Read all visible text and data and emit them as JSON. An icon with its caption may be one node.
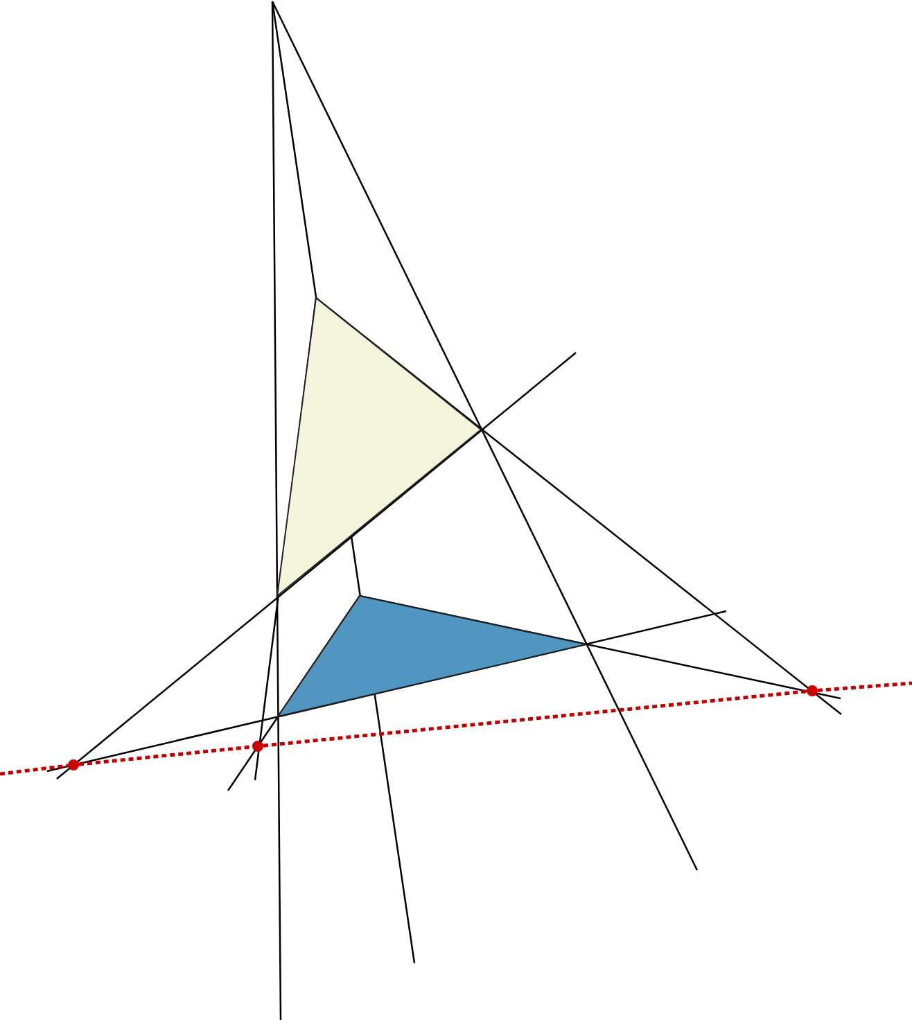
{
  "diagram": {
    "nodes": [
      {
        "text": [],
        "shape": "triangle"
      },
      {
        "text": [],
        "shape": "triangle"
      },
      {
        "text": [],
        "shape": "circle"
      },
      {
        "text": [],
        "shape": "circle"
      },
      {
        "text": [],
        "shape": "circle"
      }
    ],
    "edges": [
      {
        "from": null,
        "to": 2,
        "arrow": "none",
        "style": "dashed",
        "color": "#c00000"
      },
      {
        "from": 2,
        "to": 3,
        "arrow": "none",
        "style": "dashed",
        "color": "#c00000"
      },
      {
        "from": 3,
        "to": 4,
        "arrow": "none",
        "style": "dashed",
        "color": "#c00000"
      },
      {
        "from": 4,
        "to": null,
        "arrow": "none",
        "style": "dashed",
        "color": "#c00000"
      }
    ]
  }
}
